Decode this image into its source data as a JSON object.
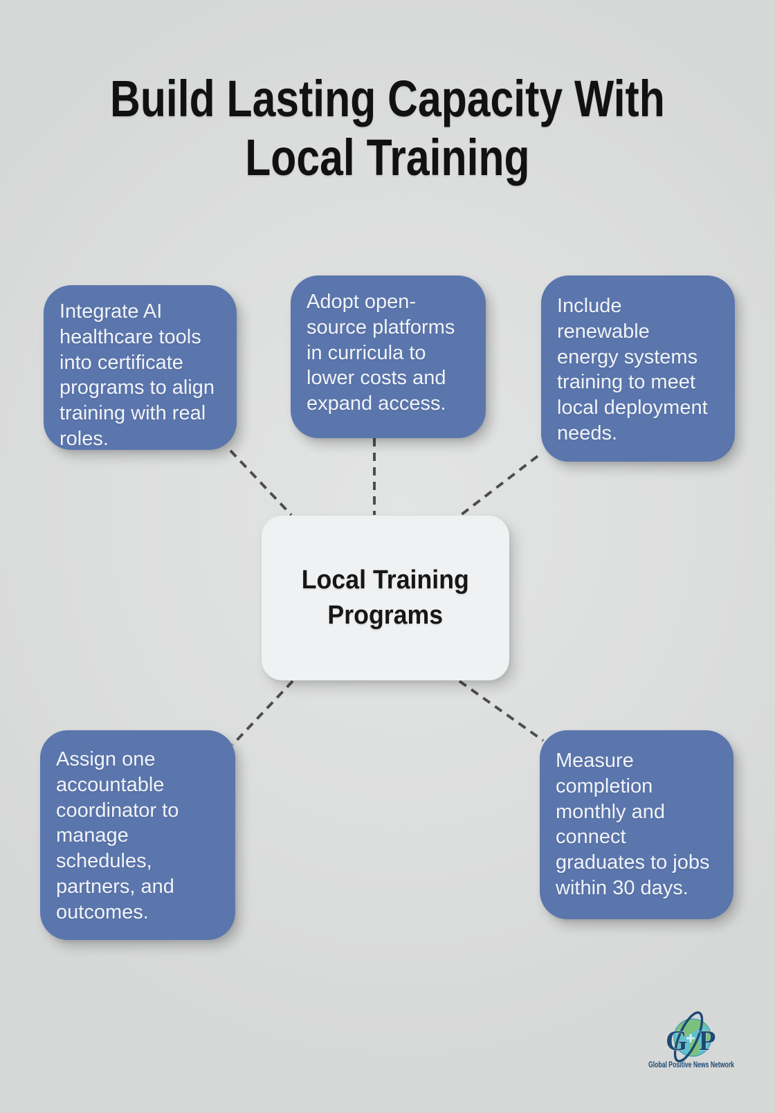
{
  "title": "Build Lasting Capacity With\nLocal Training",
  "center_node": {
    "label": "Local Training\nPrograms"
  },
  "nodes": [
    {
      "id": "top-left",
      "text": "Integrate AI\nhealthcare tools\ninto certificate\nprograms to align\ntraining with real\nroles."
    },
    {
      "id": "top-middle",
      "text": "Adopt open-\nsource platforms\nin curricula to\nlower costs and\nexpand access."
    },
    {
      "id": "top-right",
      "text": "Include\nrenewable\nenergy systems\ntraining to meet\nlocal deployment\nneeds."
    },
    {
      "id": "bottom-left",
      "text": "Assign one\naccountable\ncoordinator to\nmanage\nschedules,\npartners, and\noutcomes."
    },
    {
      "id": "bottom-right",
      "text": "Measure\ncompletion\nmonthly and\nconnect\ngraduates to jobs\nwithin 30 days."
    }
  ],
  "logo": {
    "letter_left": "G",
    "letter_right": "P",
    "caption": "Global Positive News Network"
  },
  "colors": {
    "background": "#dcdddd",
    "node_fill": "#5b76ad",
    "node_text": "#f1f4f9",
    "center_fill": "#f0f1f2",
    "center_text": "#161616",
    "title_text": "#111111",
    "connector": "#4d4d4d",
    "logo_navy": "#1d4a74",
    "globe_ocean": "#5ec1d3",
    "globe_land": "#7cc07f"
  }
}
